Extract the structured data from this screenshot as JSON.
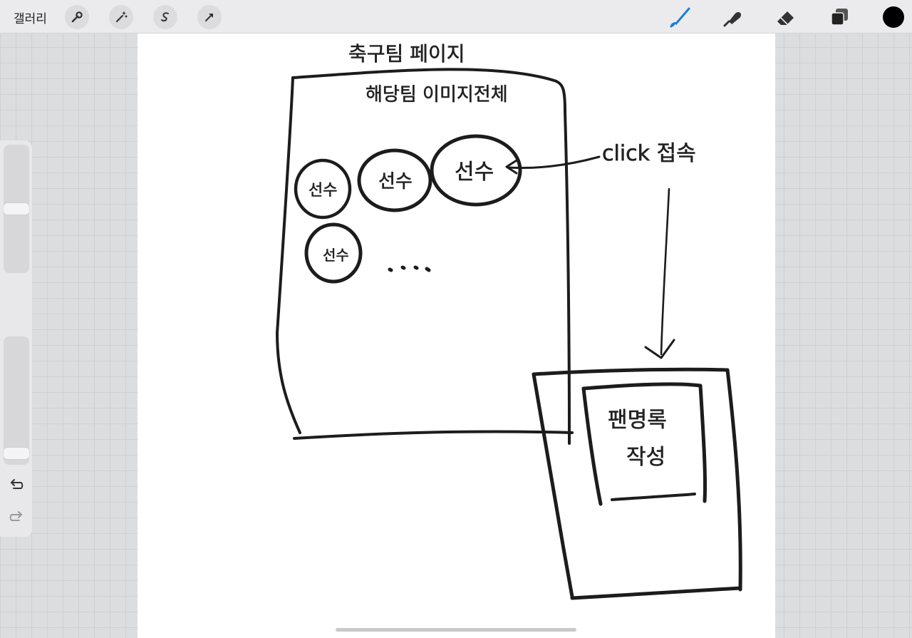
{
  "toolbar": {
    "gallery_label": "갤러리",
    "left_tools": [
      "wrench-icon",
      "magic-wand-icon",
      "selection-icon",
      "transform-arrow-icon"
    ],
    "right_tools": [
      "brush-icon",
      "smudge-icon",
      "eraser-icon",
      "layers-icon"
    ],
    "brush_color": "#1a7fd6",
    "active_color": "#000000"
  },
  "sidebar": {
    "size_slider_level": 0.5,
    "opacity_slider_level": 0.95
  },
  "sketch": {
    "page_title": "축구팀 페이지",
    "page_subtitle": "해당팀 이미지전체",
    "player_label": "선수",
    "ellipsis": "....",
    "annotation": "click 접속",
    "card_line1": "팬명록",
    "card_line2": "작성"
  }
}
